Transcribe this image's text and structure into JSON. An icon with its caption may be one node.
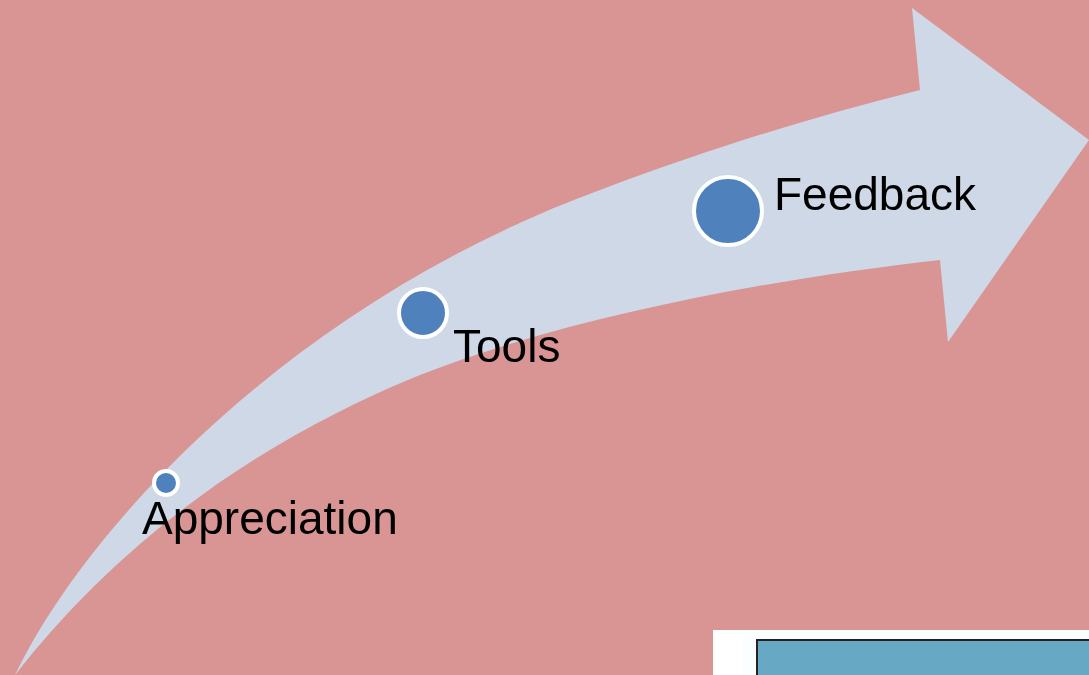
{
  "diagram": {
    "nodes": [
      {
        "text": [
          "Appreciation"
        ]
      },
      {
        "text": [
          "Tools"
        ]
      },
      {
        "text": [
          "Feedback"
        ]
      }
    ]
  }
}
